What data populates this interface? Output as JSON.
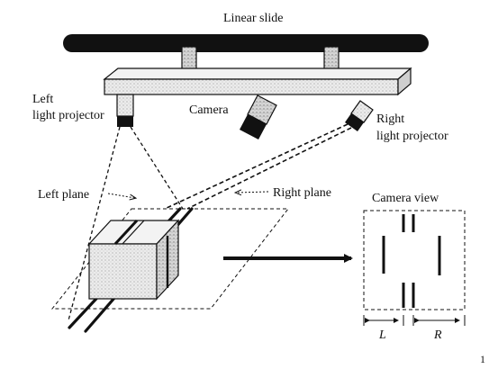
{
  "labels": {
    "linear_slide": "Linear slide",
    "left_projector_line1": "Left",
    "left_projector_line2": "light projector",
    "camera": "Camera",
    "right_projector_line1": "Right",
    "right_projector_line2": "light projector",
    "left_plane": "Left  plane",
    "right_plane": "Right plane",
    "camera_view": "Camera view",
    "L": "L",
    "R": "R",
    "corner_mark": "1"
  },
  "colors": {
    "ink": "#111111",
    "carriage_fill": "#e3e3e3",
    "mount_fill": "#a8a8a8",
    "box_fill": "#d9d9d9"
  }
}
